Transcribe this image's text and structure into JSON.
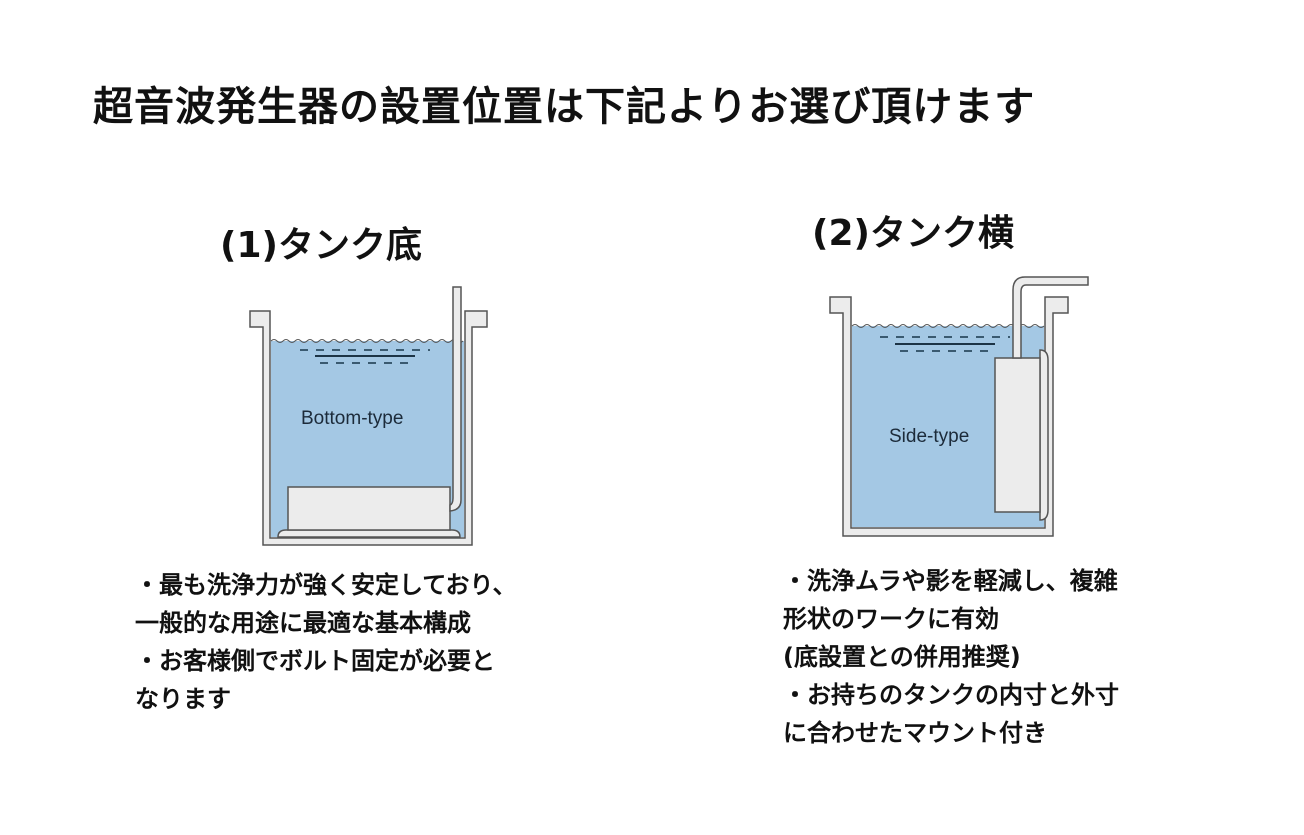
{
  "title": "超音波発生器の設置位置は下記よりお選び頂けます",
  "options": [
    {
      "heading": "(1)タンク底",
      "diagram_label": "Bottom-type",
      "lines": [
        "・最も洗浄力が強く安定しており、",
        "一般的な用途に最適な基本構成",
        "・お客様側でボルト固定が必要と",
        "なります"
      ]
    },
    {
      "heading": "(2)タンク横",
      "diagram_label": "Side-type",
      "lines": [
        "・洗浄ムラや影を軽減し、複雑",
        "形状のワークに有効",
        "(底設置との併用推奨)",
        "・お持ちのタンクの内寸と外寸",
        "に合わせたマウント付き"
      ]
    }
  ],
  "colors": {
    "water": "#a4c8e4",
    "tank": "#ececec",
    "outline": "#555555"
  }
}
